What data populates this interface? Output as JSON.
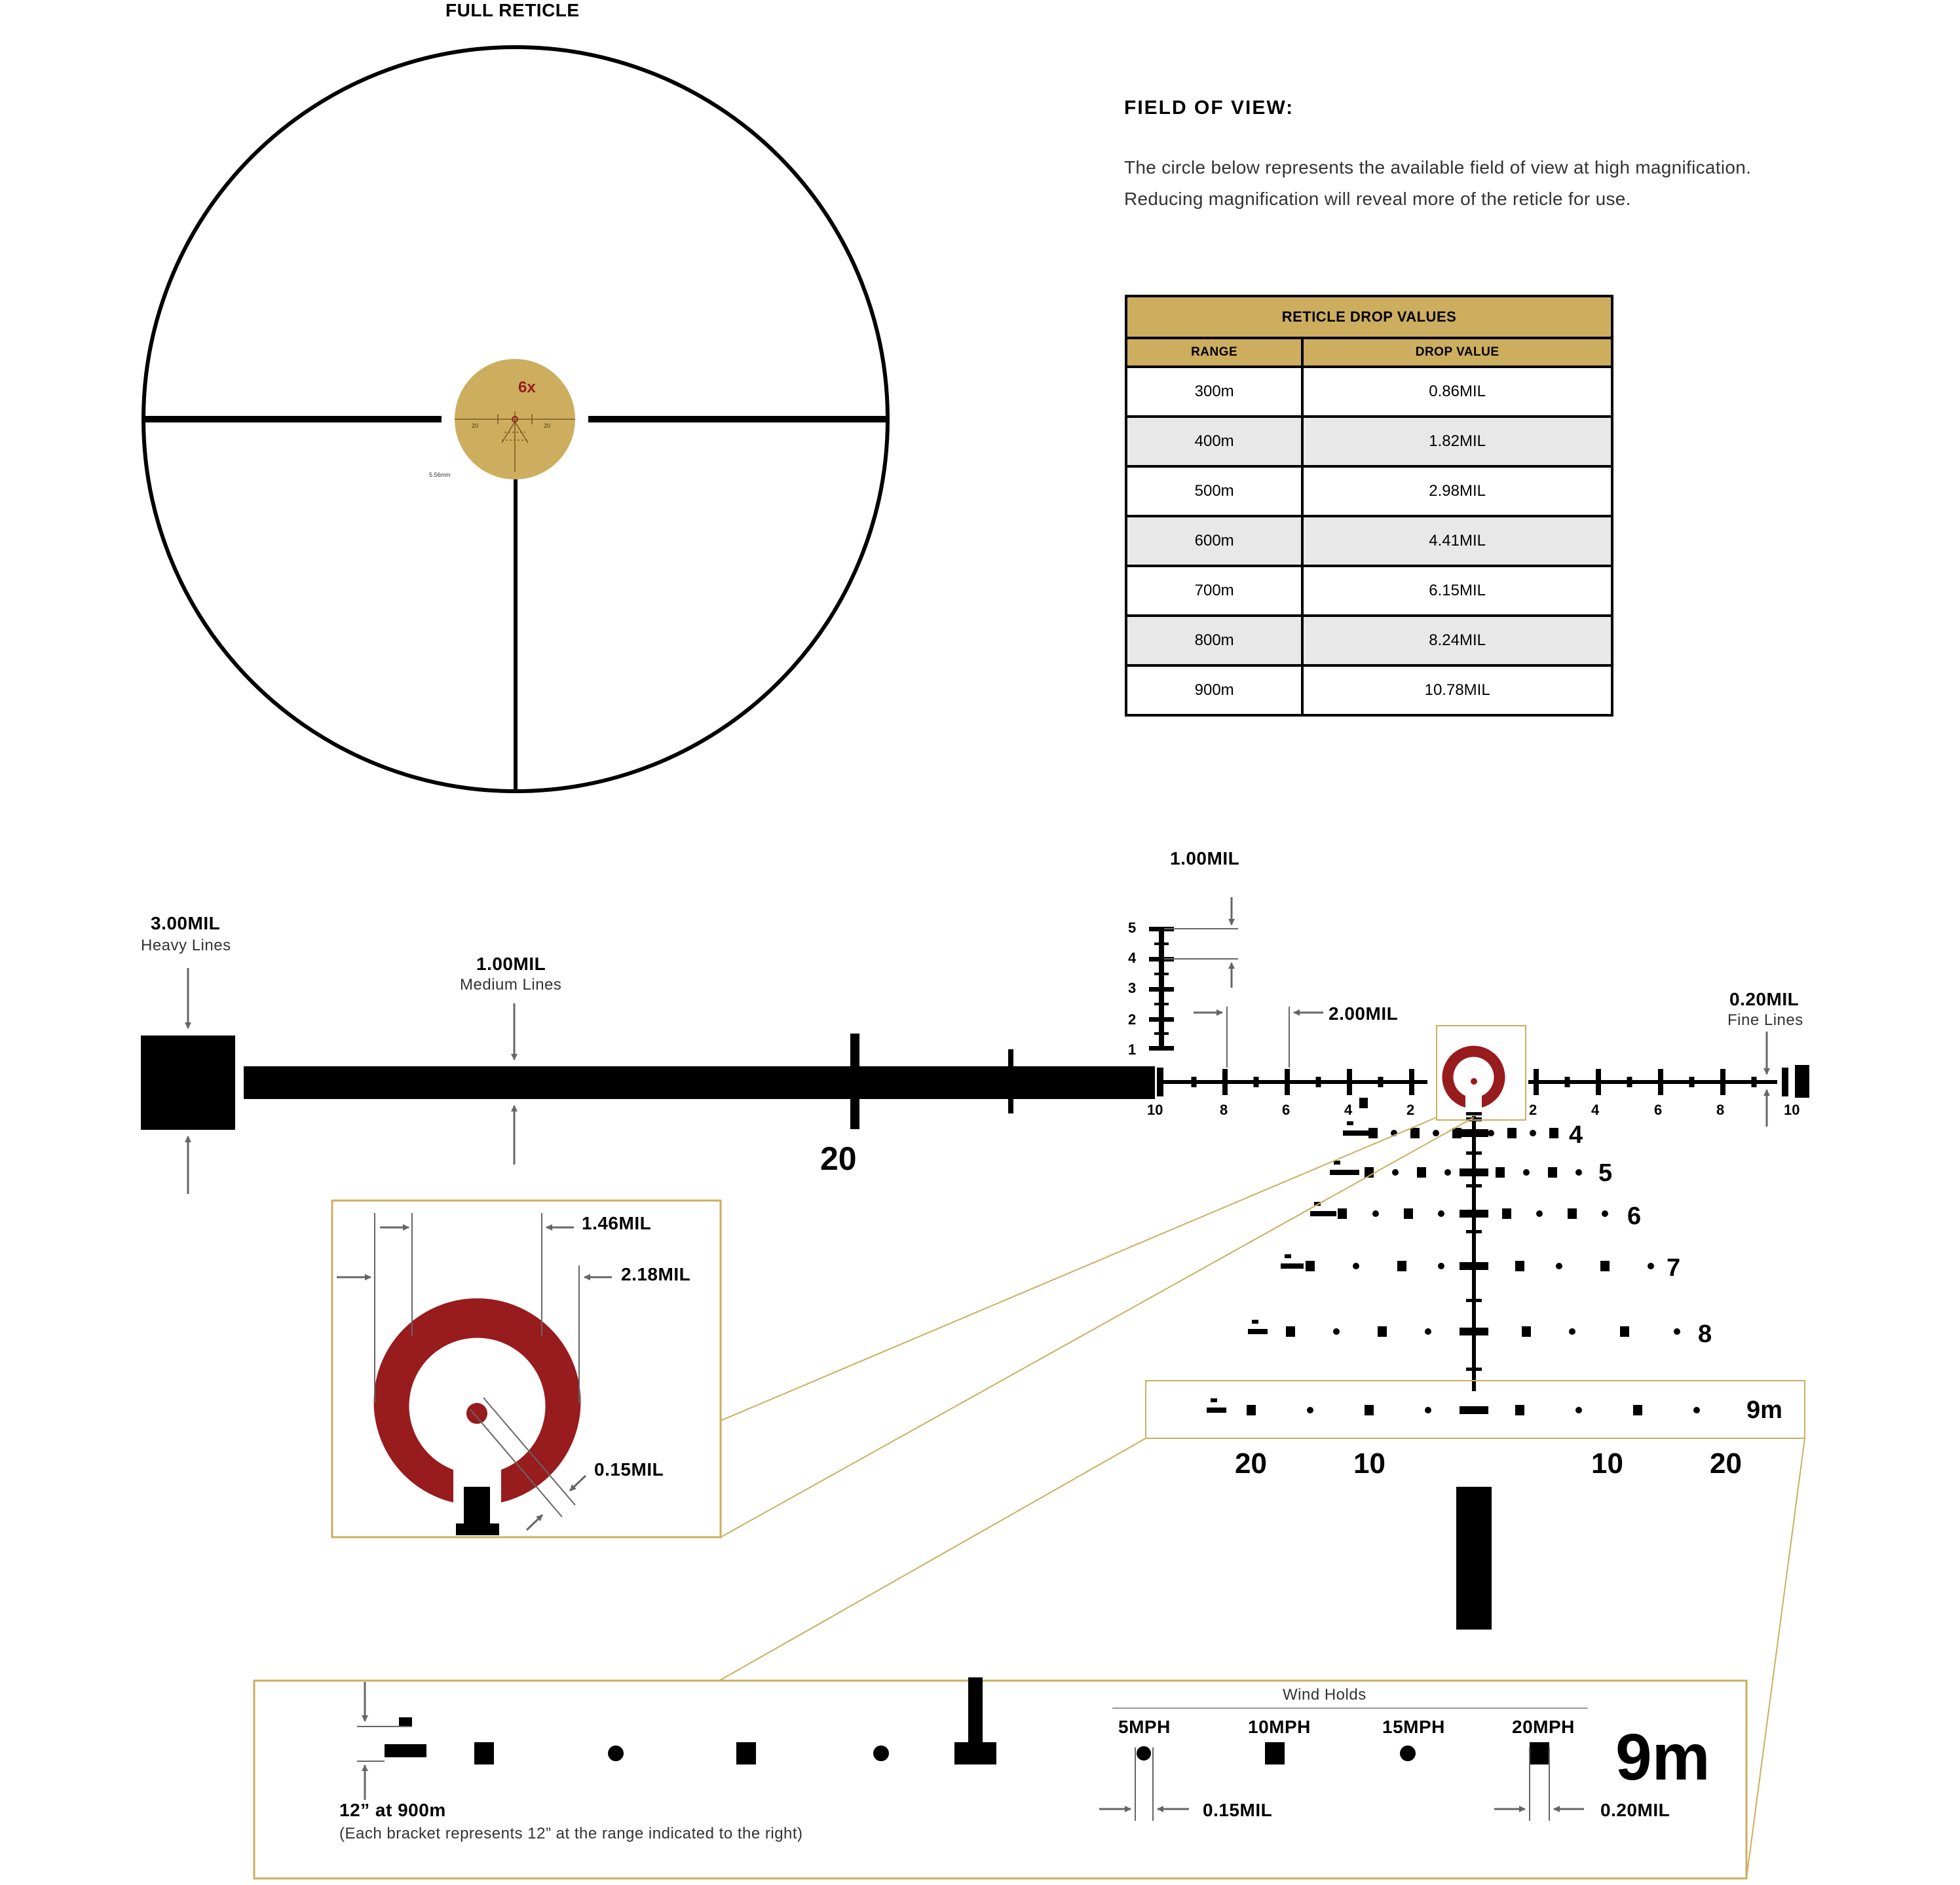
{
  "colors": {
    "gold": "#cdae5f",
    "red": "#981b1e",
    "black": "#000000",
    "gray_row": "#e8e8e8"
  },
  "full_reticle": {
    "title": "FULL RETICLE",
    "magnification": "6x",
    "tick_left": "20",
    "tick_right": "20",
    "caliber": "5.56mm"
  },
  "field_of_view": {
    "heading": "FIELD OF VIEW:",
    "line1": "The circle below represents the available field of view at high magnification.",
    "line2": "Reducing magnification will reveal more of the reticle for use."
  },
  "drop_table": {
    "title": "RETICLE DROP VALUES",
    "col_range": "RANGE",
    "col_drop": "DROP VALUE",
    "rows": [
      {
        "range": "300m",
        "drop": "0.86MIL"
      },
      {
        "range": "400m",
        "drop": "1.82MIL"
      },
      {
        "range": "500m",
        "drop": "2.98MIL"
      },
      {
        "range": "600m",
        "drop": "4.41MIL"
      },
      {
        "range": "700m",
        "drop": "6.15MIL"
      },
      {
        "range": "800m",
        "drop": "8.24MIL"
      },
      {
        "range": "900m",
        "drop": "10.78MIL"
      }
    ]
  },
  "line_weights": {
    "heavy_value": "3.00MIL",
    "heavy_label": "Heavy Lines",
    "medium_value": "1.00MIL",
    "medium_label": "Medium Lines",
    "fine_value": "0.20MIL",
    "fine_label": "Fine Lines",
    "stadia_value": "1.00MIL",
    "stadia_spacing": "2.00MIL",
    "big_20": "20"
  },
  "scale_labels": {
    "vertical": [
      "5",
      "4",
      "3",
      "2",
      "1"
    ],
    "left": [
      "10",
      "8",
      "6",
      "4",
      "2"
    ],
    "right": [
      "2",
      "4",
      "6",
      "8",
      "10"
    ]
  },
  "drop_rows": [
    "4",
    "5",
    "6",
    "7",
    "8",
    "9m"
  ],
  "wind_scale": [
    "20",
    "10",
    "10",
    "20"
  ],
  "center_zoom": {
    "outer": "2.18MIL",
    "inner": "1.46MIL",
    "dot": "0.15MIL"
  },
  "wind_box": {
    "title": "Wind Holds",
    "speeds": [
      "5MPH",
      "10MPH",
      "15MPH",
      "20MPH"
    ],
    "dot_size": "0.15MIL",
    "square_size": "0.20MIL",
    "range": "9m",
    "bracket_title": "12” at 900m",
    "bracket_note": "(Each bracket represents 12” at the range indicated to the right)"
  }
}
